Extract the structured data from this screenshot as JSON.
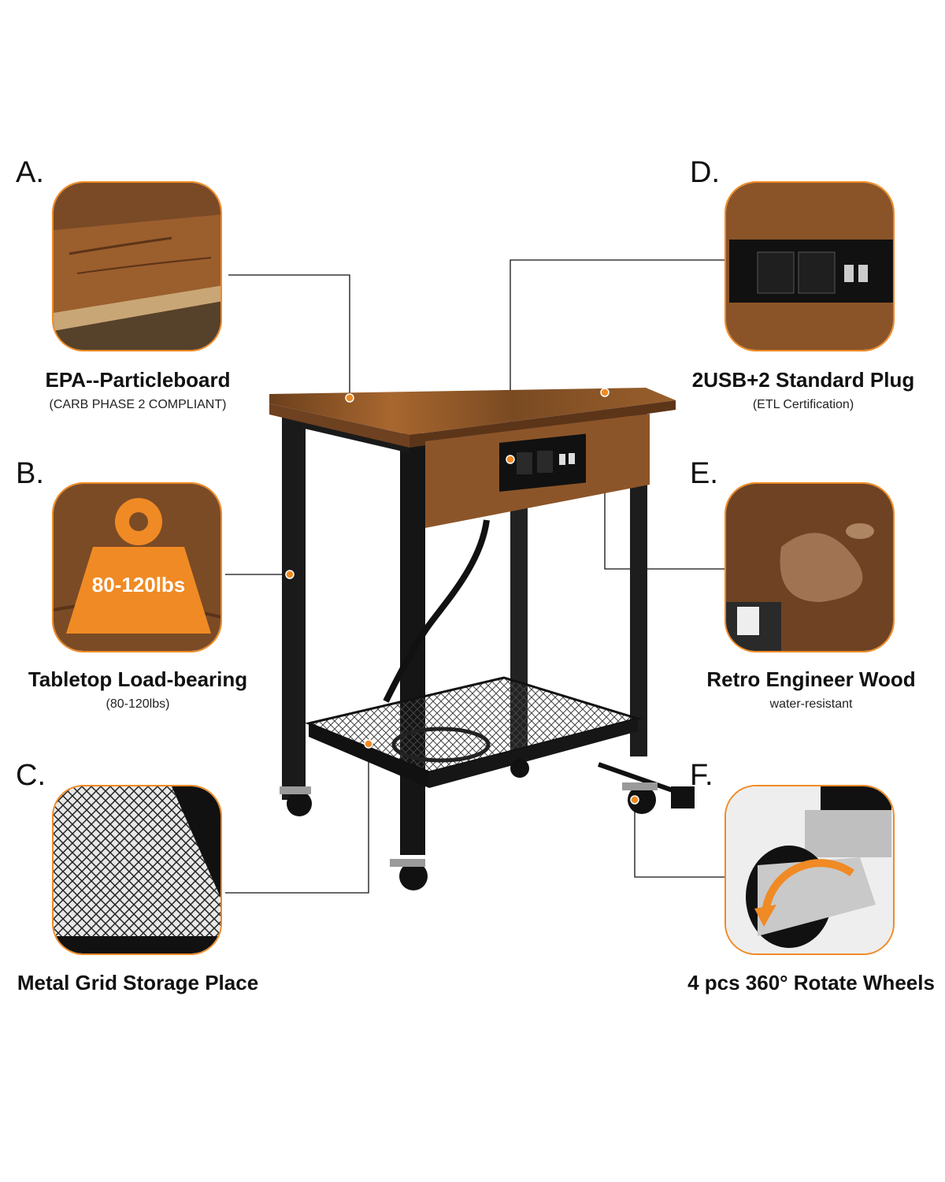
{
  "features": [
    {
      "id": "a",
      "letter": "A.",
      "title": "EPA--Particleboard",
      "sub": "(CARB PHASE 2 COMPLIANT)"
    },
    {
      "id": "b",
      "letter": "B.",
      "title": "Tabletop Load-bearing",
      "sub": "(80-120lbs)",
      "badge": "80-120lbs"
    },
    {
      "id": "c",
      "letter": "C.",
      "title": "Metal Grid Storage Place",
      "sub": ""
    },
    {
      "id": "d",
      "letter": "D.",
      "title": "2USB+2 Standard Plug",
      "sub": "(ETL Certification)"
    },
    {
      "id": "e",
      "letter": "E.",
      "title": "Retro Engineer Wood",
      "sub": "water-resistant"
    },
    {
      "id": "f",
      "letter": "F.",
      "title": "4 pcs 360° Rotate Wheels",
      "sub": ""
    }
  ],
  "colors": {
    "accent": "#f08a24",
    "wood": "#8a5428",
    "frame": "#1a1a1a"
  },
  "icons": {
    "a": "particleboard-closeup-icon",
    "b": "weight-icon",
    "c": "metal-grid-icon",
    "d": "power-outlet-icon",
    "e": "water-droplet-icon",
    "f": "caster-wheel-icon"
  }
}
